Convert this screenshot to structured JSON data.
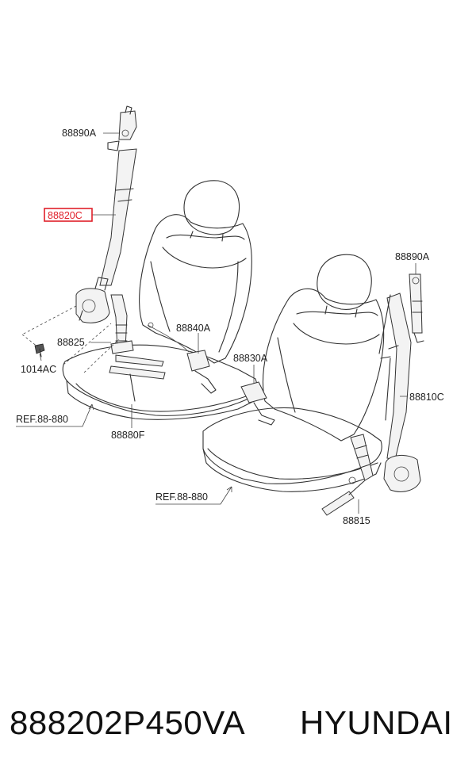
{
  "diagram": {
    "labels": {
      "anchor_left": "88890A",
      "belt_front_left": "88820C",
      "anchor_right": "88890A",
      "bolt": "1014AC",
      "pretensioner_left": "88825",
      "buckle_left": "88840A",
      "buckle_right": "88830A",
      "belt_front_right": "88810C",
      "ref_left": "REF.88-880",
      "anchor_plate": "88880F",
      "ref_right": "REF.88-880",
      "pretensioner_right": "88815"
    },
    "highlight_color": "#e0202a"
  },
  "footer": {
    "part_number": "888202P450VA",
    "brand": "HYUNDAI"
  }
}
